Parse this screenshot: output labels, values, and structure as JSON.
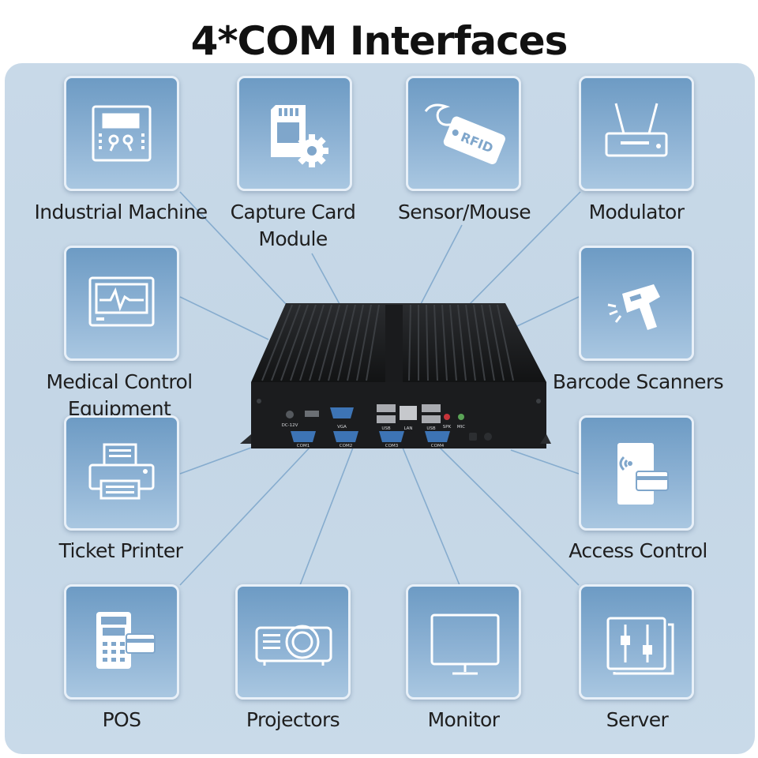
{
  "title": "4*COM Interfaces",
  "items": [
    {
      "label": "Industrial Machine",
      "icon": "industrial-machine-icon"
    },
    {
      "label": "Capture Card Module",
      "label_line1": "Capture Card",
      "label_line2": "Module",
      "icon": "capture-card-icon"
    },
    {
      "label": "Sensor/Mouse",
      "icon": "rfid-tag-icon"
    },
    {
      "label": "Modulator",
      "icon": "modulator-icon"
    },
    {
      "label": "Medical Control Equipment",
      "label_line1": "Medical Control",
      "label_line2": "Equipment",
      "icon": "medical-monitor-icon"
    },
    {
      "label": "Barcode Scanners",
      "icon": "barcode-scanner-icon"
    },
    {
      "label": "Ticket Printer",
      "icon": "printer-icon"
    },
    {
      "label": "Access Control",
      "icon": "access-control-icon"
    },
    {
      "label": "POS",
      "icon": "pos-terminal-icon"
    },
    {
      "label": "Projectors",
      "icon": "projector-icon"
    },
    {
      "label": "Monitor",
      "icon": "monitor-icon"
    },
    {
      "label": "Server",
      "icon": "server-icon"
    }
  ],
  "device": {
    "port_labels": [
      "DC-12V",
      "VGA",
      "USB",
      "LAN",
      "USB",
      "SPK",
      "MIC",
      "COM1",
      "COM2",
      "COM3",
      "COM4"
    ]
  },
  "colors": {
    "panel": "#c6d8e8",
    "tile": "#7ea7cd",
    "connector_line": "#7fa7cb",
    "device_body": "#1b1c1e"
  }
}
